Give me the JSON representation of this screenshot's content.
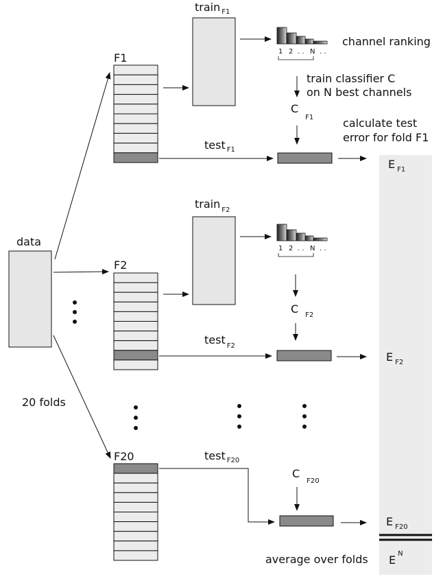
{
  "data_label": "data",
  "folds_label": "20 folds",
  "folds": [
    {
      "name": "F1",
      "train": "train",
      "train_sub": "F1",
      "test": "test",
      "test_sub": "F1",
      "classifier": "C",
      "classifier_sub": "F1",
      "error": "E",
      "error_sub": "F1"
    },
    {
      "name": "F2",
      "train": "train",
      "train_sub": "F2",
      "test": "test",
      "test_sub": "F2",
      "classifier": "C",
      "classifier_sub": "F2",
      "error": "E",
      "error_sub": "F2"
    },
    {
      "name": "F20",
      "test": "test",
      "test_sub": "F20",
      "classifier": "C",
      "classifier_sub": "F20",
      "error": "E",
      "error_sub": "F20"
    }
  ],
  "channel_ranking": "channel ranking",
  "ranking_axis": [
    "1",
    "2",
    ". .",
    "N",
    ". ."
  ],
  "train_classifier_lines": [
    "train classifier  C",
    "on N best channels"
  ],
  "calc_error_lines": [
    "calculate test",
    "error for fold F1"
  ],
  "average_label": "average over folds",
  "final_error": "E",
  "final_error_sup": "N"
}
